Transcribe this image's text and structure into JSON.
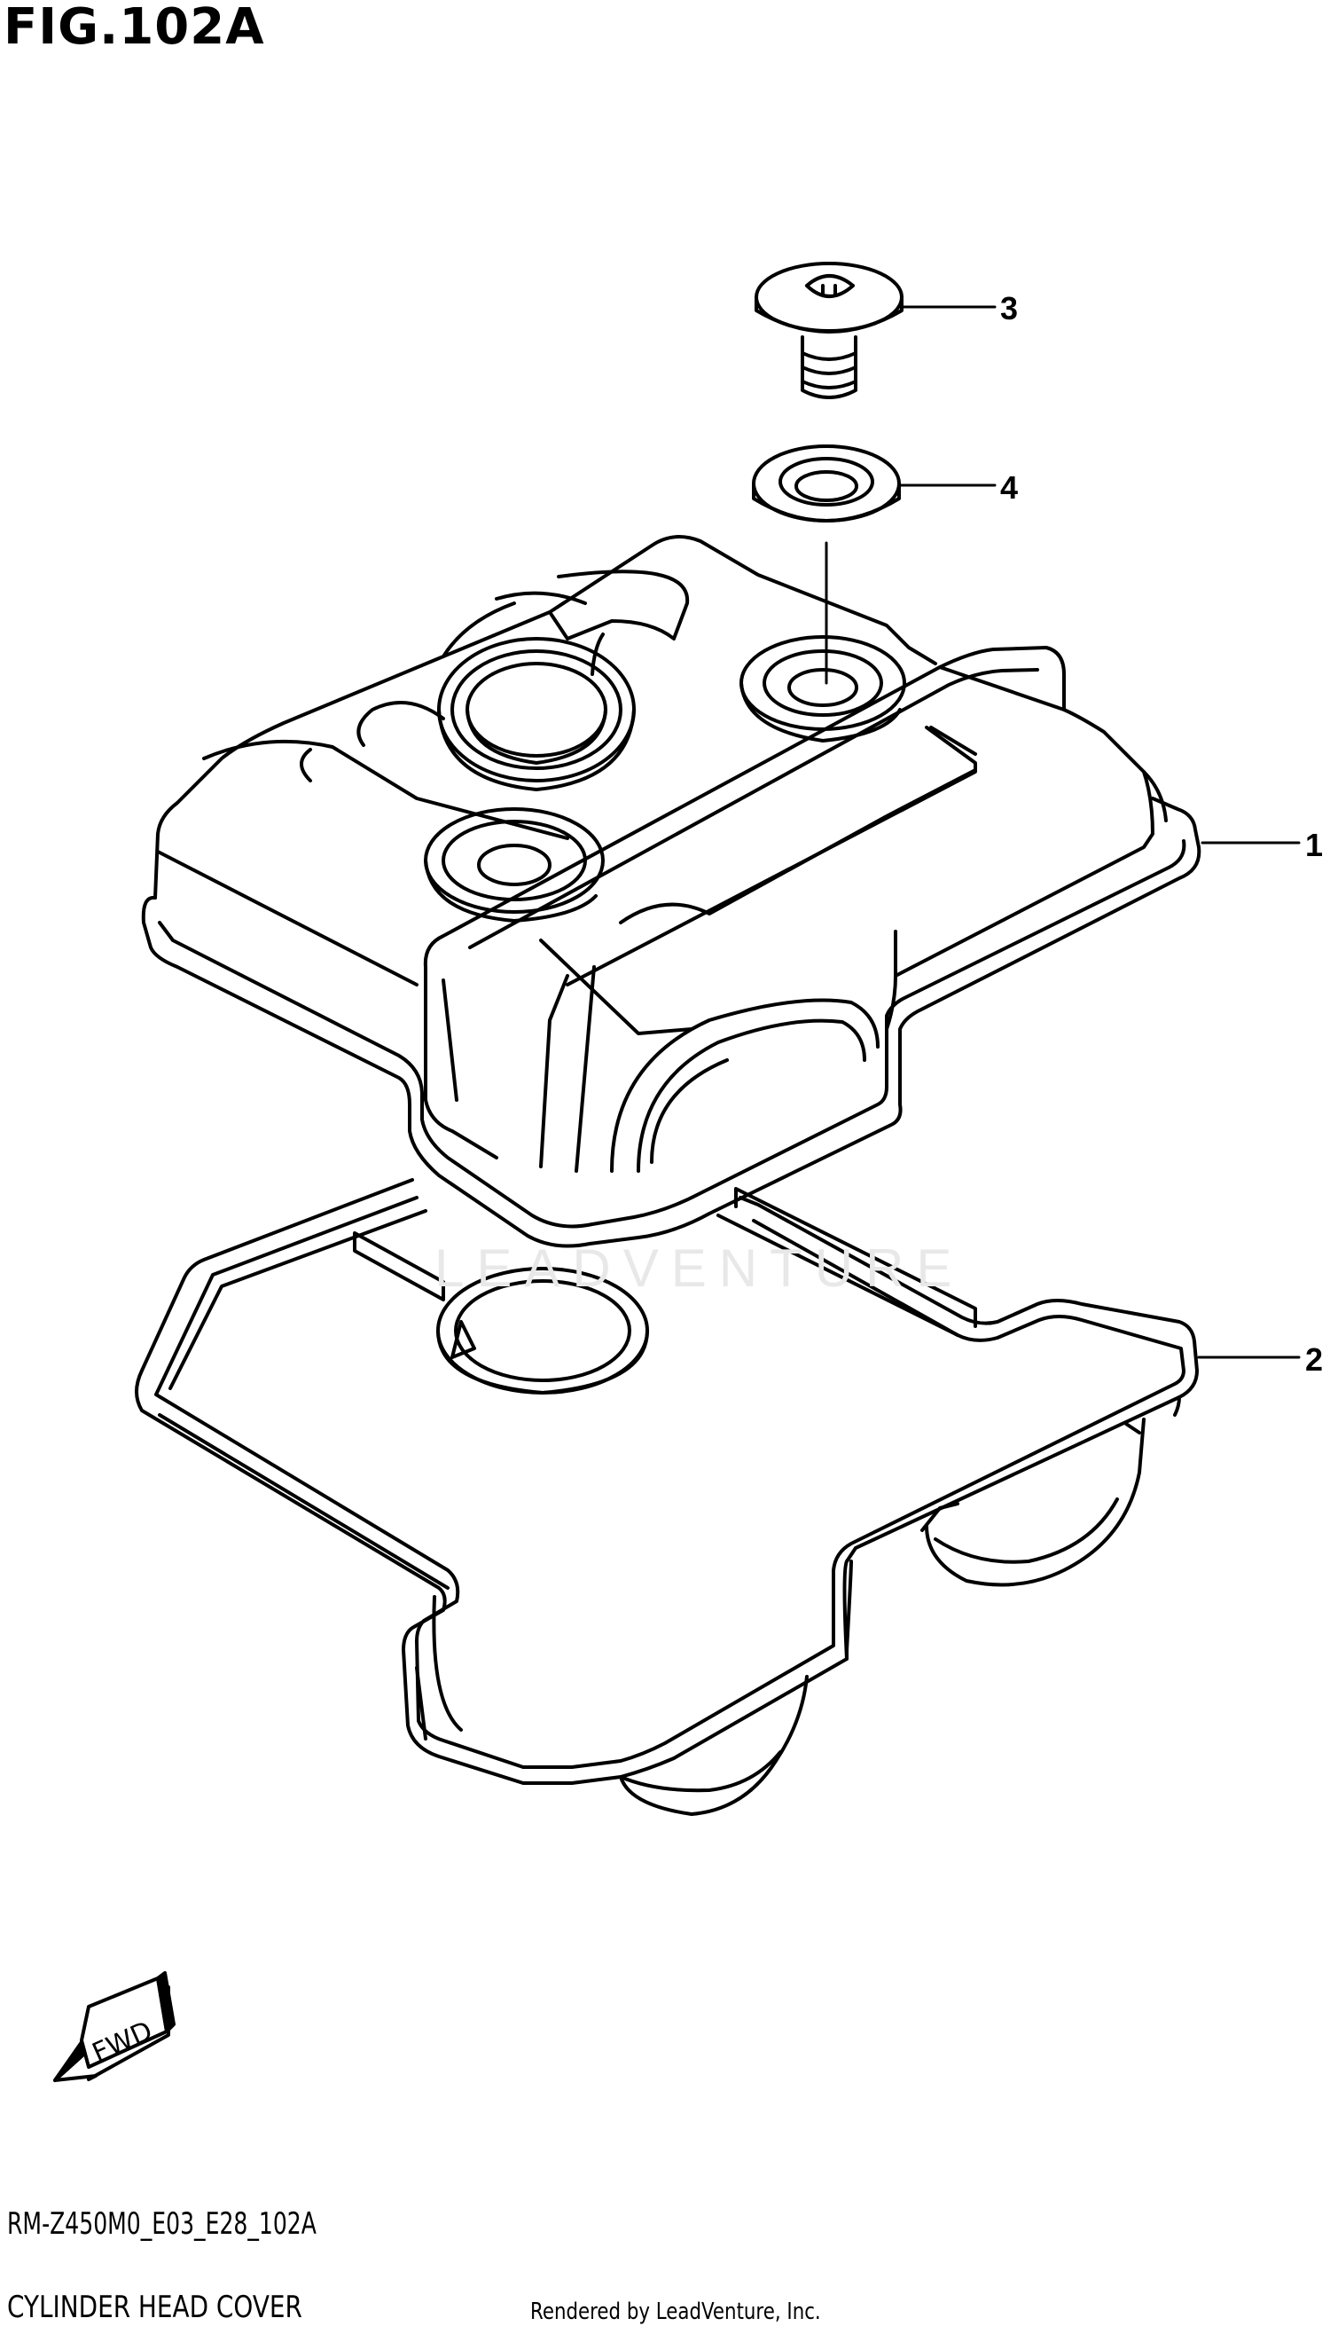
{
  "figure": {
    "title": "FIG.102A"
  },
  "callouts": [
    {
      "label": "1",
      "part": "cylinder head cover"
    },
    {
      "label": "2",
      "part": "gasket"
    },
    {
      "label": "3",
      "part": "bolt"
    },
    {
      "label": "4",
      "part": "seal washer"
    }
  ],
  "fwd_arrow": {
    "label": "FWD"
  },
  "watermark": {
    "text": "LEADVENTURE"
  },
  "footer": {
    "code": "RM-Z450M0_E03_E28_102A",
    "name": "CYLINDER HEAD COVER",
    "credit": "Rendered by LeadVenture, Inc."
  }
}
